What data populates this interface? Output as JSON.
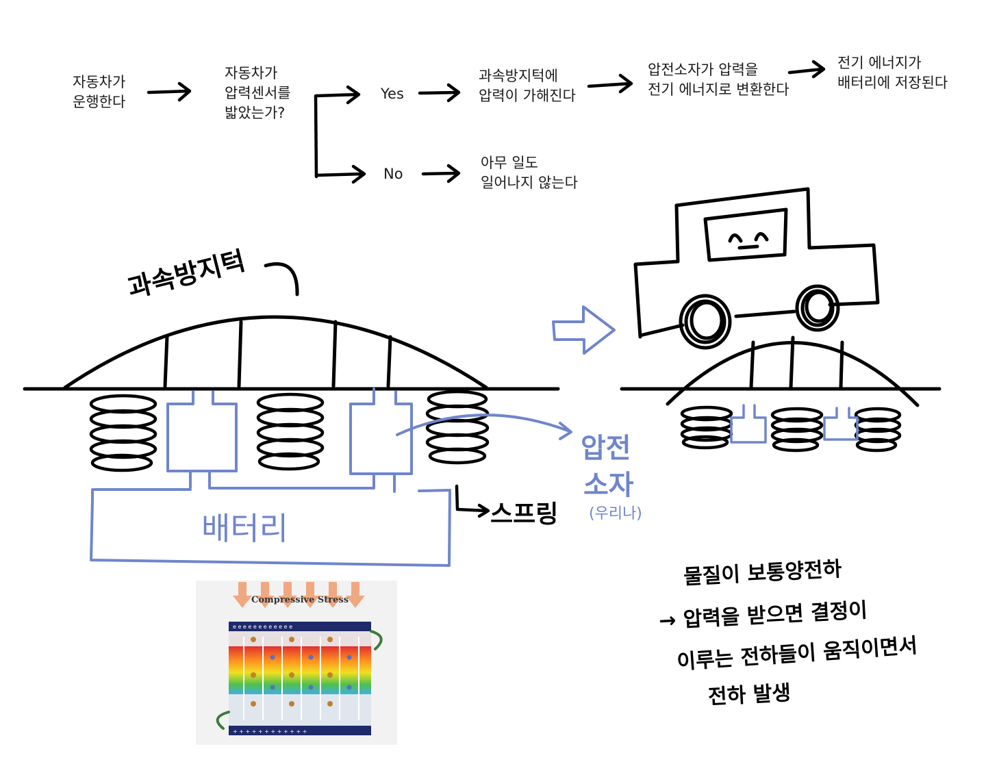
{
  "flowchart": {
    "step1": "자동차가\n운행한다",
    "question": "자동차가\n압력센서를\n밟았는가?",
    "yes_label": "Yes",
    "no_label": "No",
    "yes_result": "과속방지턱에\n압력이 가해진다",
    "convert": "압전소자가 압력을\n전기 에너지로 변환한다",
    "store": "전기 에너지가\n배터리에 저장된다",
    "no_result": "아무 일도\n일어나지 않는다"
  },
  "labels": {
    "speed_bump": "과속방지턱",
    "piezo_line1": "압전",
    "piezo_line2": "소자",
    "piezo_note": "(우리나)",
    "spring": "스프링",
    "battery": "배터리"
  },
  "inset": {
    "title": "Compressive Stress"
  },
  "notes": {
    "line1": "물질이 보통양전하",
    "line2": "→ 압력을 받으면 결정이",
    "line3": "이루는 전하들이 움직이면서",
    "line4": "전하 발생"
  },
  "colors": {
    "ink": "#000000",
    "piezo_blue": "#6f85cc"
  }
}
